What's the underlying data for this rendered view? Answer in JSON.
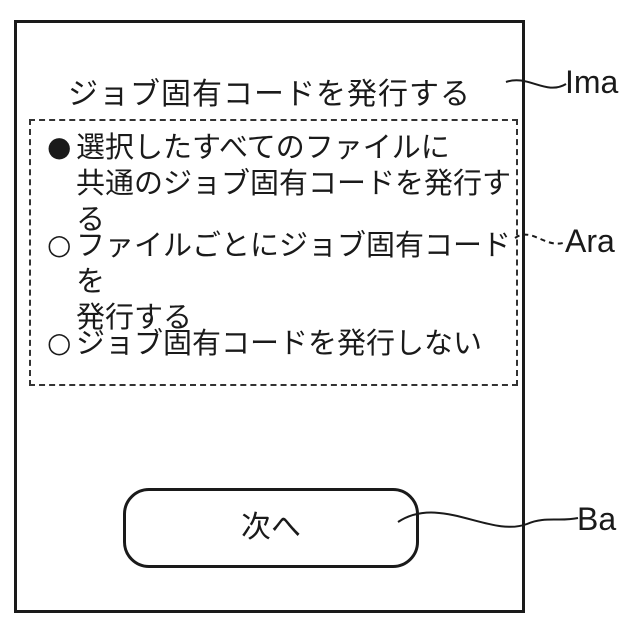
{
  "screen": {
    "title": "ジョブ固有コードを発行する",
    "options": [
      {
        "radio_symbol": "●",
        "text": "選択したすべてのファイルに\n共通のジョブ固有コードを発行する",
        "selected": true
      },
      {
        "radio_symbol": "○",
        "text": "ファイルごとにジョブ固有コードを\n発行する",
        "selected": false
      },
      {
        "radio_symbol": "○",
        "text": "ジョブ固有コードを発行しない",
        "selected": false
      }
    ],
    "next_button_label": "次へ"
  },
  "reference_labels": {
    "screen": "Ima",
    "options_area": "Ara",
    "button": "Ba"
  }
}
